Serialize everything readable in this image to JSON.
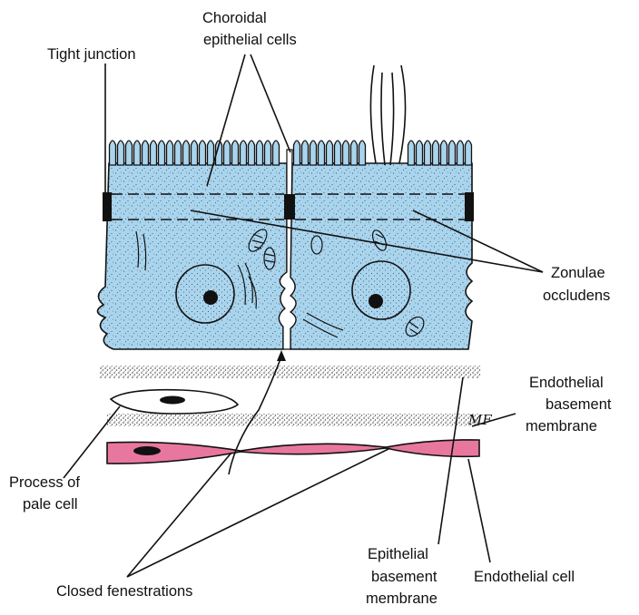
{
  "labels": {
    "tight_junction": "Tight junction",
    "choroidal": [
      "Choroidal",
      "epithelial cells"
    ],
    "zonulae": [
      "Zonulae",
      "occludens"
    ],
    "endothelial_bm": [
      "Endothelial",
      "basement",
      "membrane"
    ],
    "process_pale": [
      "Process of",
      "pale cell"
    ],
    "epithelial_bm": [
      "Epithelial",
      "basement",
      "membrane"
    ],
    "closed_fenestrations": "Closed fenestrations",
    "endothelial_cell": "Endothelial cell"
  },
  "signature": "MF",
  "colors": {
    "epithelium": "#a9d4ee",
    "endothelium": "#e8779f",
    "outline": "#111111"
  }
}
